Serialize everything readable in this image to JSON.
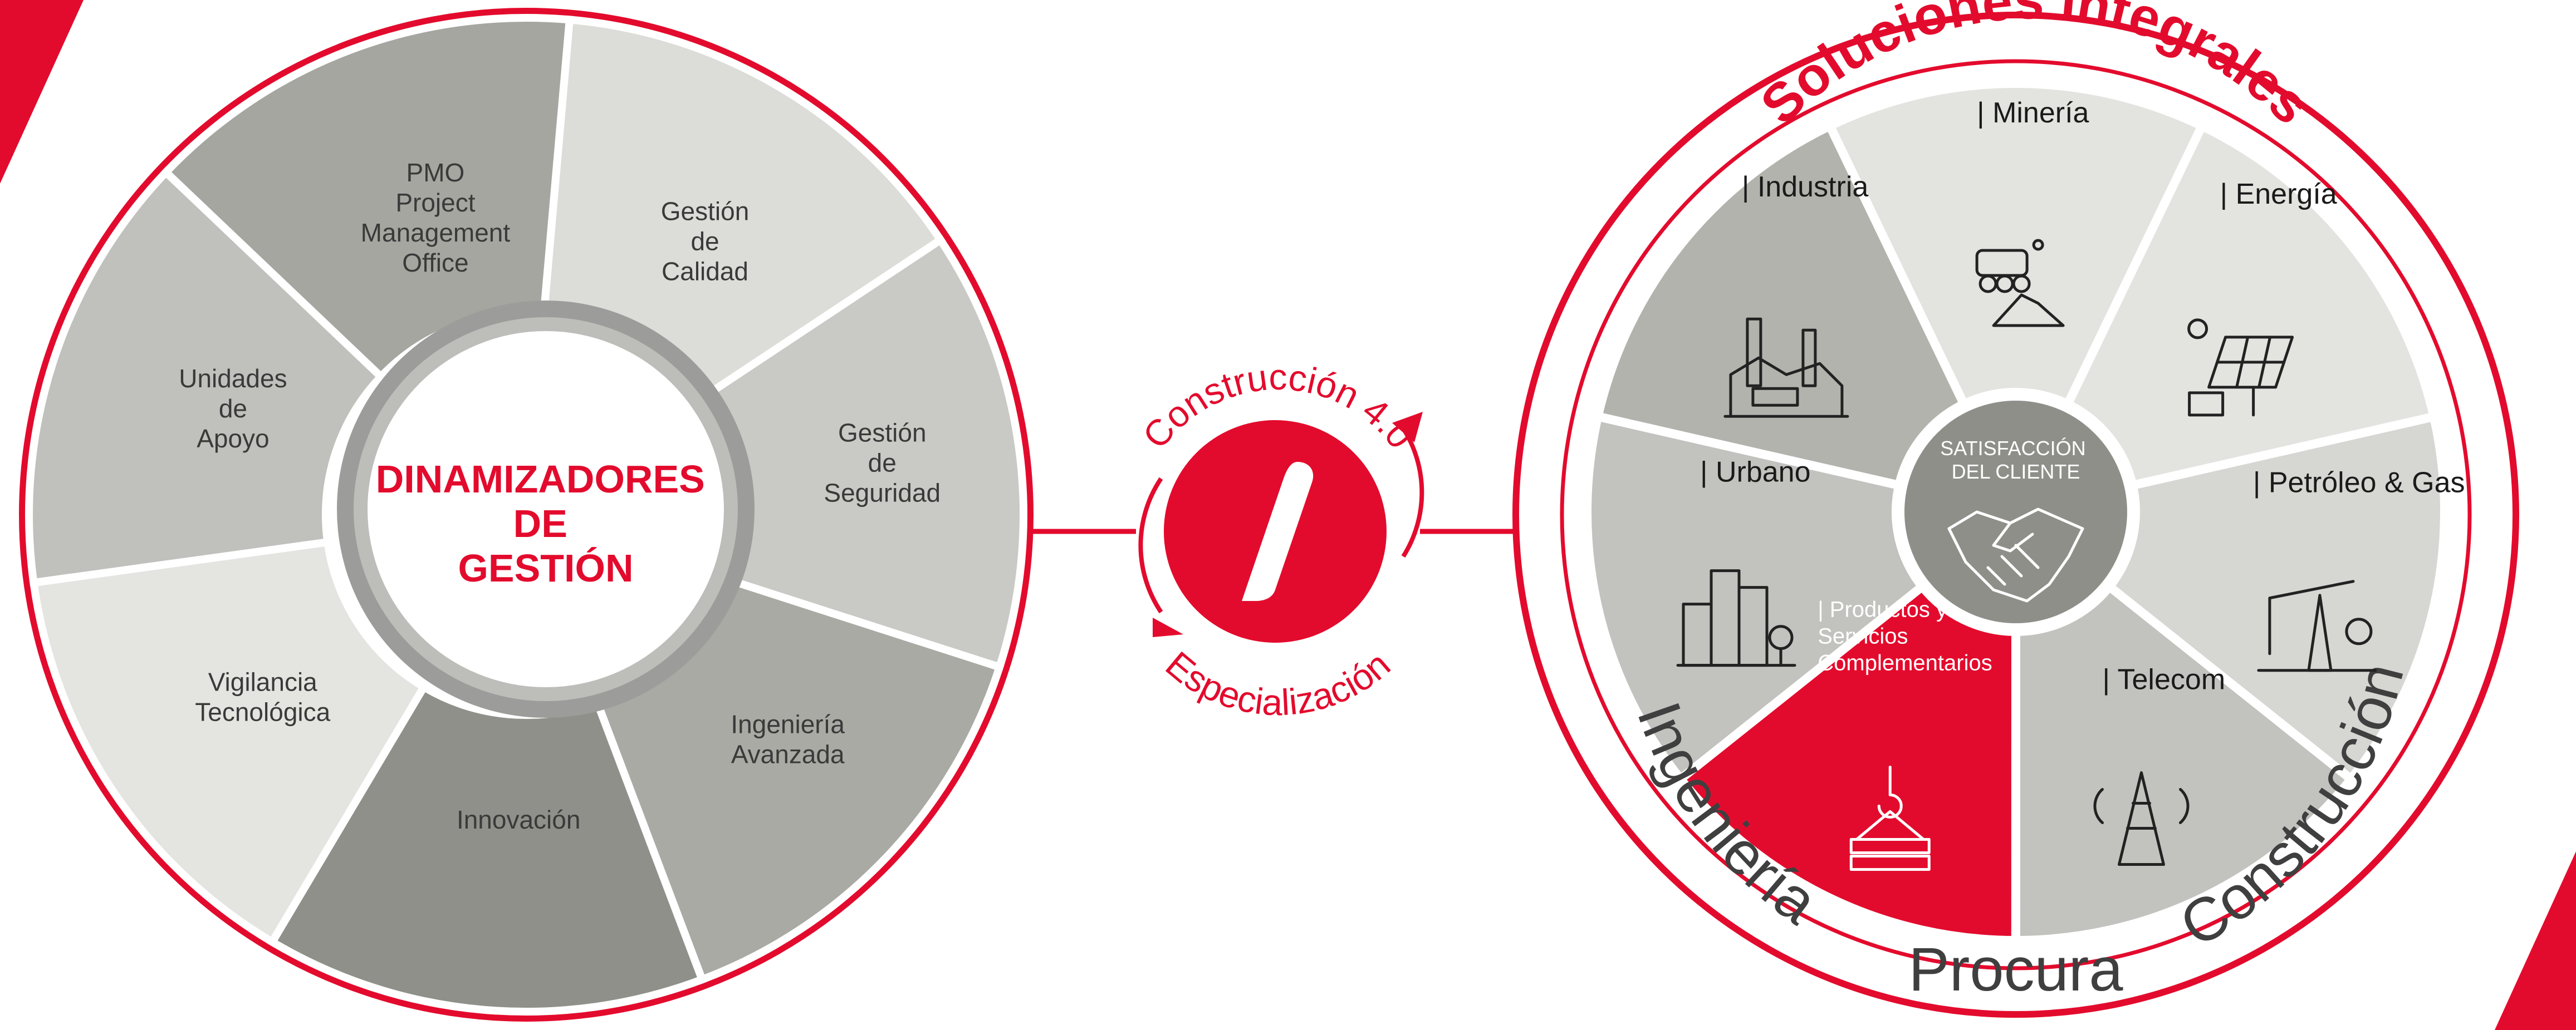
{
  "colors": {
    "brand_red": "#e30b2d",
    "gray_dark": "#8f8f8a",
    "gray_mid": "#b4b5b0",
    "gray_light": "#d5d5d1",
    "gray_pale": "#e6e6e3"
  },
  "left_wheel": {
    "center_title": [
      "DINAMIZADORES",
      "DE",
      "GESTIÓN"
    ],
    "segments": [
      {
        "lines": [
          "Gestión",
          "de",
          "Calidad"
        ]
      },
      {
        "lines": [
          "Gestión",
          "de",
          "Seguridad"
        ]
      },
      {
        "lines": [
          "Ingeniería",
          "Avanzada"
        ]
      },
      {
        "lines": [
          "Innovación"
        ]
      },
      {
        "lines": [
          "Vigilancia",
          "Tecnológica"
        ]
      },
      {
        "lines": [
          "Unidades",
          "de",
          "Apoyo"
        ]
      },
      {
        "lines": [
          "PMO",
          "Project",
          "Management",
          "Office"
        ]
      }
    ]
  },
  "center_logo": {
    "top_arc_text": "Construcción 4.0",
    "bottom_arc_text": "Especialización"
  },
  "right_wheel": {
    "title": "Soluciones Integrales",
    "ring_words": [
      "Ingeniería",
      "Procura",
      "Construcción"
    ],
    "hub_lines": [
      "SATISFACCIÓN",
      "DEL CLIENTE"
    ],
    "hub_icon": "handshake-icon",
    "sectors": [
      {
        "label": "| Minería",
        "icon": "mining-icon"
      },
      {
        "label": "| Energía",
        "icon": "solar-panel-icon"
      },
      {
        "label": "| Petróleo & Gas",
        "icon": "oil-pump-icon"
      },
      {
        "label": "| Telecom",
        "icon": "telecom-tower-icon"
      },
      {
        "label": "| Productos y Servicios Complementarios",
        "lines": [
          "| Productos y",
          "Servicios",
          "Complementarios"
        ],
        "icon": "crane-hook-icon"
      },
      {
        "label": "| Urbano",
        "icon": "city-buildings-icon"
      },
      {
        "label": "| Industria",
        "icon": "factory-icon"
      }
    ]
  }
}
